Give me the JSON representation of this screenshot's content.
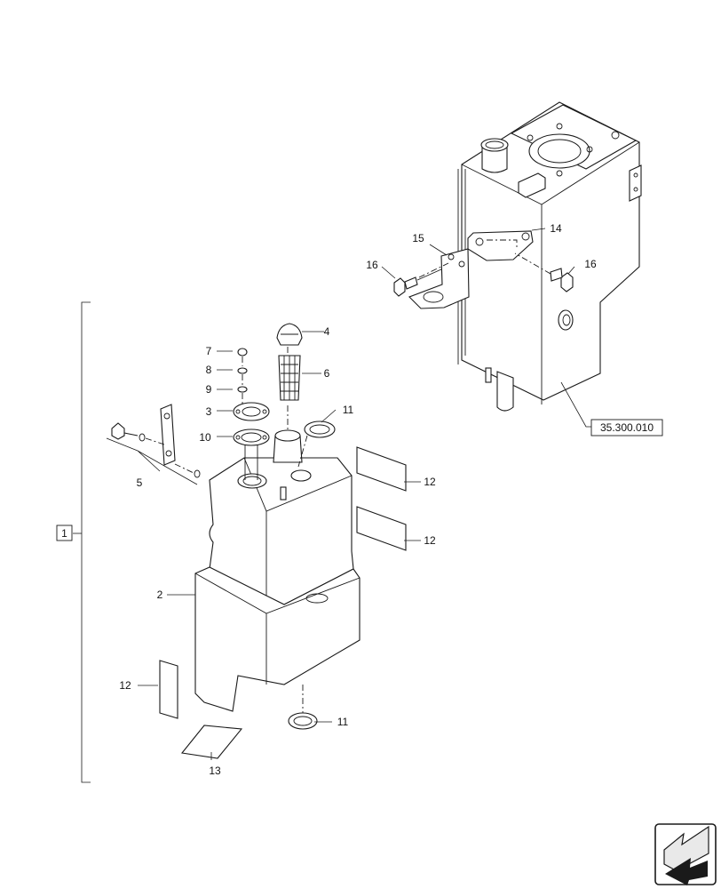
{
  "diagram": {
    "callouts": [
      {
        "id": "c1",
        "text": "1"
      },
      {
        "id": "c2",
        "text": "2"
      },
      {
        "id": "c3",
        "text": "3"
      },
      {
        "id": "c4",
        "text": "4"
      },
      {
        "id": "c5",
        "text": "5"
      },
      {
        "id": "c6",
        "text": "6"
      },
      {
        "id": "c7",
        "text": "7"
      },
      {
        "id": "c8",
        "text": "8"
      },
      {
        "id": "c9",
        "text": "9"
      },
      {
        "id": "c10",
        "text": "10"
      },
      {
        "id": "c11a",
        "text": "11"
      },
      {
        "id": "c11b",
        "text": "11"
      },
      {
        "id": "c12a",
        "text": "12"
      },
      {
        "id": "c12b",
        "text": "12"
      },
      {
        "id": "c12c",
        "text": "12"
      },
      {
        "id": "c13",
        "text": "13"
      },
      {
        "id": "c14",
        "text": "14"
      },
      {
        "id": "c15",
        "text": "15"
      },
      {
        "id": "c16a",
        "text": "16"
      },
      {
        "id": "c16b",
        "text": "16"
      }
    ],
    "reference": "35.300.010",
    "nav_icon": "arrow-navigation-icon"
  }
}
